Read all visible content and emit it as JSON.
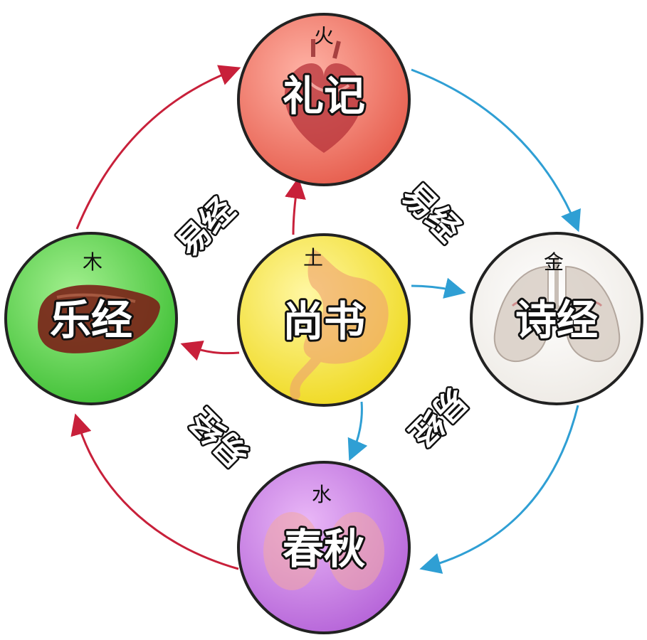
{
  "nodes": {
    "top": {
      "label": "礼记",
      "element": "火",
      "organ": "heart",
      "fill": "#f07a68",
      "edge": "#c9473d"
    },
    "left": {
      "label": "乐经",
      "element": "木",
      "organ": "liver",
      "fill": "#5bd150",
      "edge": "#2f9b2a"
    },
    "center": {
      "label": "尚书",
      "element": "土",
      "organ": "stomach",
      "fill": "#f4e13a",
      "edge": "#cfb80e"
    },
    "right": {
      "label": "诗经",
      "element": "金",
      "organ": "lungs",
      "fill": "#f7f5f1",
      "edge": "#9a9690"
    },
    "bottom": {
      "label": "春秋",
      "element": "水",
      "organ": "kidneys",
      "fill": "#c77be0",
      "edge": "#9245b5"
    }
  },
  "spoke_labels": {
    "upper_left": "易经",
    "upper_right": "易经",
    "lower_left": "易经",
    "lower_right": "易经"
  },
  "colors": {
    "generating_arrow": "#c8203a",
    "controlling_arrow": "#2f9fd4"
  }
}
